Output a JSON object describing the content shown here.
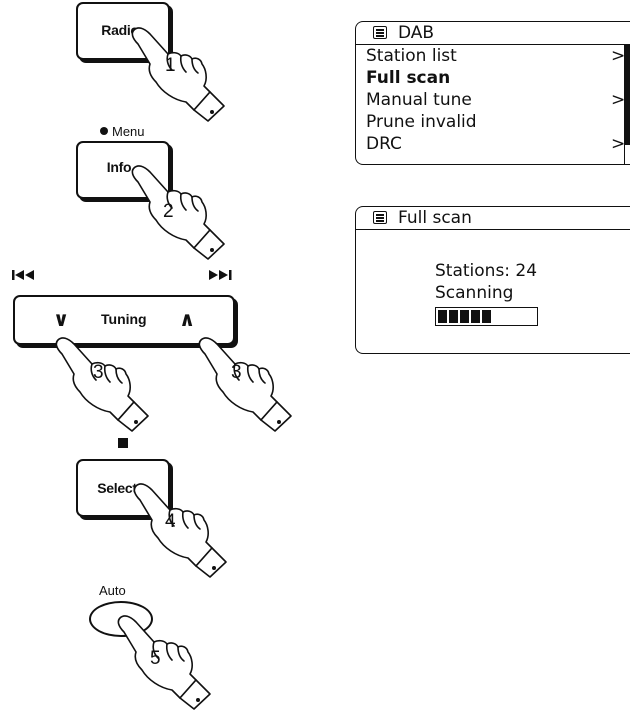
{
  "buttons": {
    "radio": "Radio",
    "info": "Info",
    "menu_label": "Menu",
    "tuning": "Tuning",
    "tuning_down": "∨",
    "tuning_up": "∧",
    "select": "Select",
    "auto": "Auto"
  },
  "steps": [
    "1",
    "2",
    "3",
    "3",
    "4",
    "5"
  ],
  "lcd_menu": {
    "title": "DAB",
    "items": [
      {
        "label": "Station list",
        "arrow": ">"
      },
      {
        "label": "Full scan",
        "arrow": ""
      },
      {
        "label": "Manual tune",
        "arrow": ">"
      },
      {
        "label": "Prune invalid",
        "arrow": ""
      },
      {
        "label": "DRC",
        "arrow": ">"
      }
    ],
    "selected": "Full scan"
  },
  "lcd_scan": {
    "title": "Full scan",
    "stations": "Stations: 24",
    "status": "Scanning",
    "progress_blocks_filled": 5,
    "progress_fraction": 0.5
  },
  "icons": [
    "list-icon",
    "previous-track-icon",
    "next-track-icon",
    "stop-icon",
    "pointing-hand-icon"
  ]
}
